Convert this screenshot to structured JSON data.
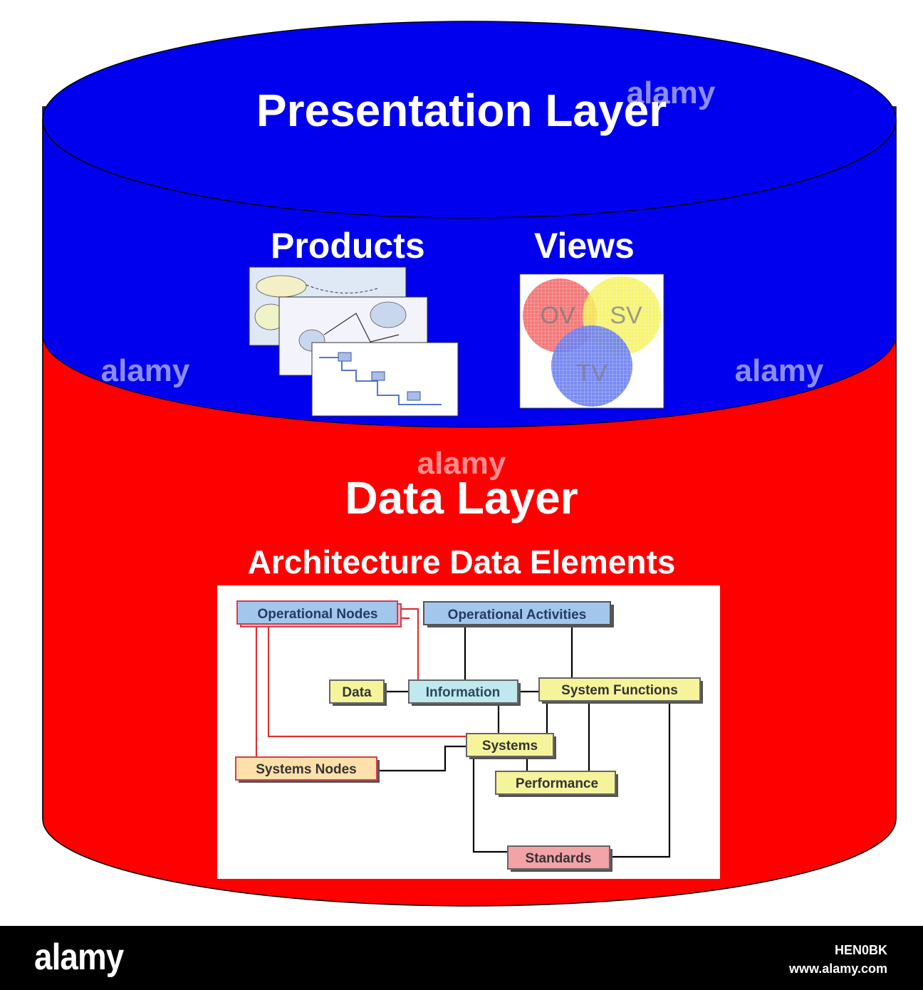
{
  "presentation_layer": {
    "title": "Presentation Layer",
    "color": "#0000ee",
    "products_label": "Products",
    "views_label": "Views",
    "venn": {
      "ov": "OV",
      "sv": "SV",
      "tv": "TV"
    }
  },
  "data_layer": {
    "title": "Data Layer",
    "subtitle": "Architecture Data Elements",
    "color": "#ff0000",
    "nodes": {
      "operational_nodes": "Operational Nodes",
      "operational_activities": "Operational Activities",
      "data": "Data",
      "information": "Information",
      "system_functions": "System Functions",
      "systems": "Systems",
      "systems_nodes": "Systems Nodes",
      "performance": "Performance",
      "standards": "Standards"
    }
  },
  "watermark": "alamy",
  "footer": {
    "logo": "alamy",
    "image_id": "HEN0BK",
    "url": "www.alamy.com"
  }
}
